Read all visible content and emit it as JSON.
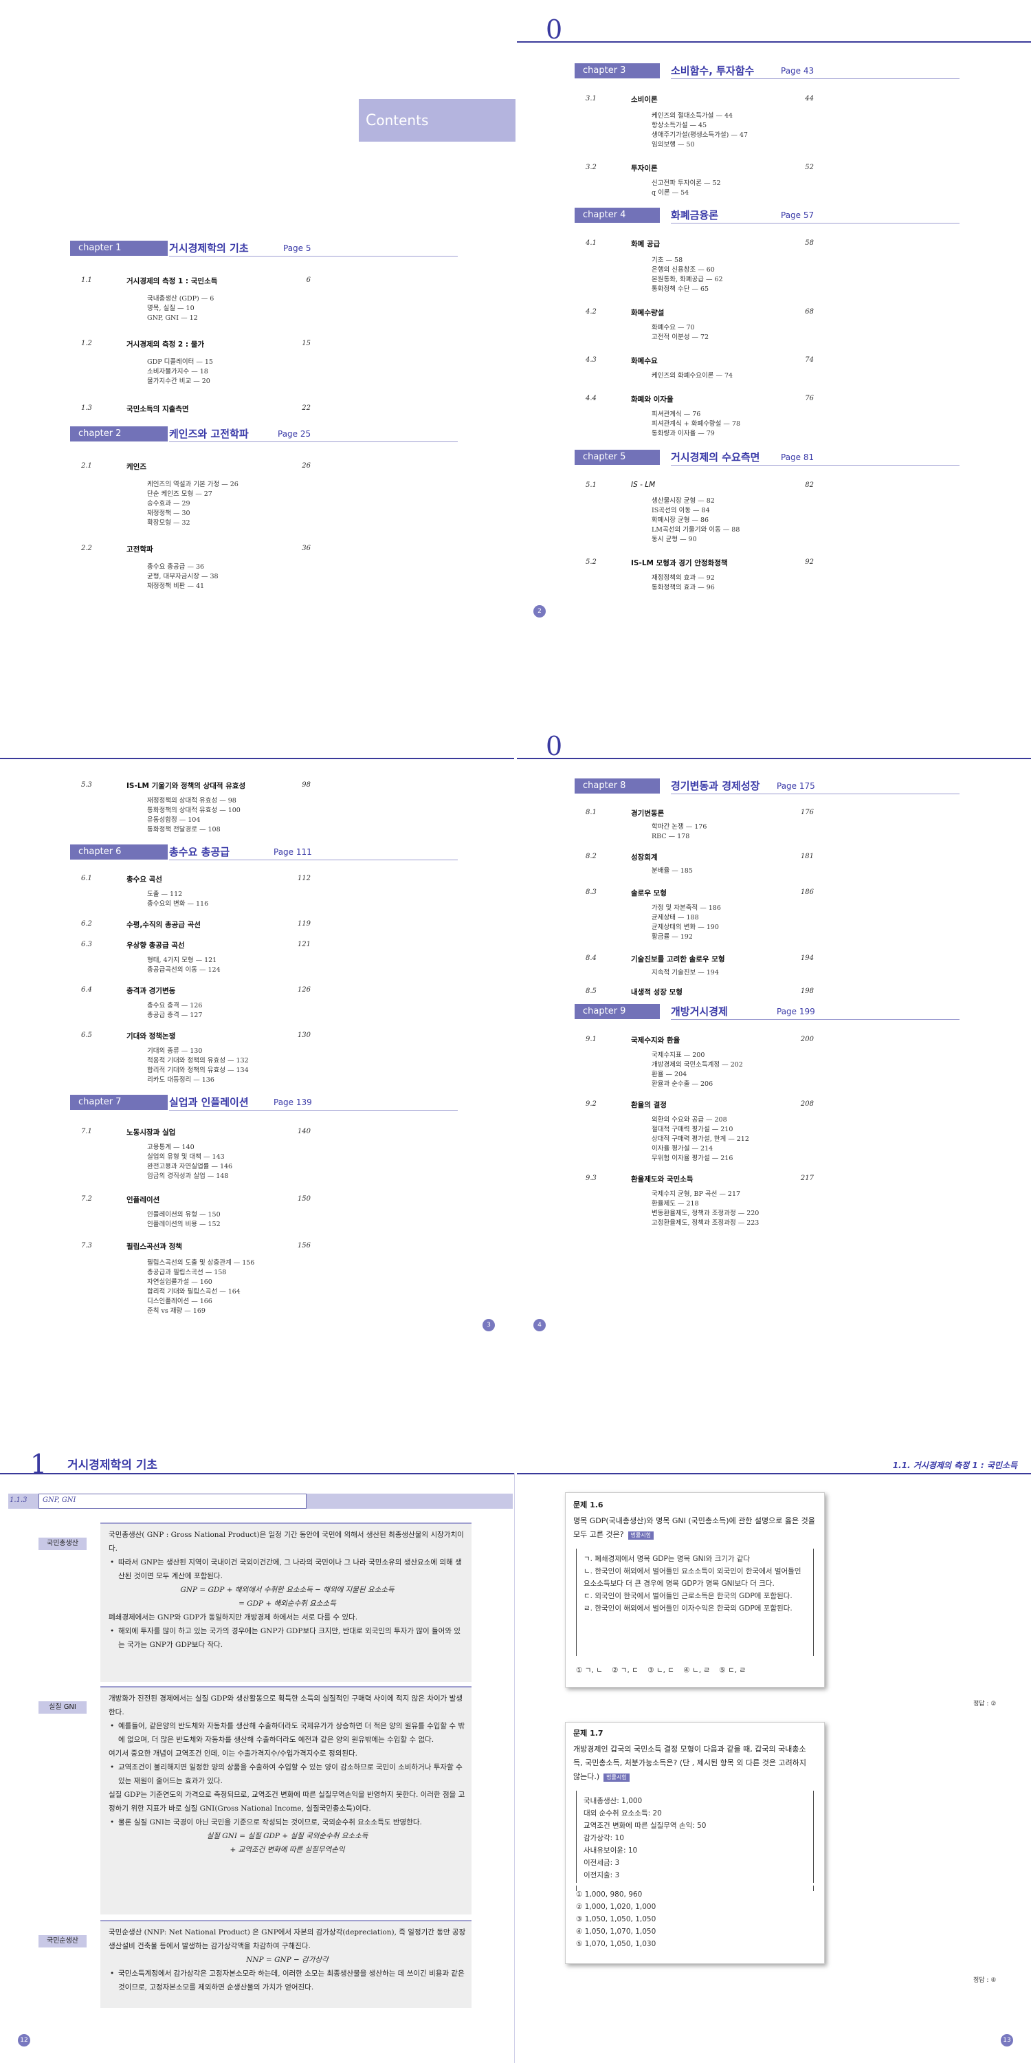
{
  "pages": {
    "p1": {
      "contents_initial": "C",
      "contents_rest": "ontents",
      "chapters": [
        {
          "label": "chapter 1",
          "title": "거시경제학의 기초",
          "page": "Page 5",
          "sections": [
            {
              "num": "1.1",
              "title": "거시경제의 측정 1 : 국민소득",
              "page": "6",
              "subs": [
                "국내총생산 (GDP) — 6",
                "명목, 실질 — 10",
                "GNP, GNI — 12"
              ]
            },
            {
              "num": "1.2",
              "title": "거시경제의 측정 2 : 물가",
              "page": "15",
              "subs": [
                "GDP 디플레이터 — 15",
                "소비자물가지수 — 18",
                "물가지수간 비교 — 20"
              ]
            },
            {
              "num": "1.3",
              "title": "국민소득의 지출측면",
              "page": "22",
              "subs": []
            }
          ]
        },
        {
          "label": "chapter 2",
          "title": "케인즈와 고전학파",
          "page": "Page 25",
          "sections": [
            {
              "num": "2.1",
              "title": "케인즈",
              "page": "26",
              "subs": [
                "케인즈의 역설과 기본 가정 — 26",
                "단순 케인즈 모형 — 27",
                "승수효과 — 29",
                "재정정책 — 30",
                "확장모형 — 32"
              ]
            },
            {
              "num": "2.2",
              "title": "고전학파",
              "page": "36",
              "subs": [
                "총수요 총공급 — 36",
                "균형, 대부자금시장 — 38",
                "재정정책 비판 — 41"
              ]
            }
          ]
        }
      ]
    },
    "p2": {
      "bignum": "0",
      "chapters": [
        {
          "label": "chapter 3",
          "title": "소비함수, 투자함수",
          "page": "Page 43",
          "sections": [
            {
              "num": "3.1",
              "title": "소비이론",
              "page": "44",
              "subs": [
                "케인즈의 절대소득가설 — 44",
                "항상소득가설 — 45",
                "생애주기가설(평생소득가설) — 47",
                "임의보행 — 50"
              ]
            },
            {
              "num": "3.2",
              "title": "투자이론",
              "page": "52",
              "subs": [
                "신고전파 투자이론 — 52",
                "q 이론 — 54"
              ]
            }
          ]
        },
        {
          "label": "chapter 4",
          "title": "화폐금융론",
          "page": "Page 57",
          "sections": [
            {
              "num": "4.1",
              "title": "화폐 공급",
              "page": "58",
              "subs": [
                "기초 — 58",
                "은행의 신용창조 — 60",
                "본원통화, 화폐공급 — 62",
                "통화정책 수단 — 65"
              ]
            },
            {
              "num": "4.2",
              "title": "화폐수량설",
              "page": "68",
              "subs": [
                "화폐수요 — 70",
                "고전적 이분성 — 72"
              ]
            },
            {
              "num": "4.3",
              "title": "화폐수요",
              "page": "74",
              "subs": [
                "케인즈의 화폐수요이론 — 74"
              ]
            },
            {
              "num": "4.4",
              "title": "화폐와 이자율",
              "page": "76",
              "subs": [
                "피셔관계식 — 76",
                "피셔관계식 + 화폐수량설 — 78",
                "통화량과 이자율 — 79"
              ]
            }
          ]
        },
        {
          "label": "chapter 5",
          "title": "거시경제의 수요측면",
          "page": "Page 81",
          "sections": [
            {
              "num": "5.1",
              "title": "IS - LM",
              "page": "82",
              "subs": [
                "생산물시장 균형 — 82",
                "IS곡선의 이동 — 84",
                "화폐시장 균형 — 86",
                "LM곡선의 기울기와 이동 — 88",
                "동시 균형 — 90"
              ]
            },
            {
              "num": "5.2",
              "title": "IS-LM 모형과 경기 안정화정책",
              "page": "92",
              "subs": [
                "재정정책의 효과 — 92",
                "통화정책의 효과 — 96"
              ]
            }
          ]
        }
      ],
      "folio": "2"
    },
    "p3": {
      "lead_sections": [
        {
          "num": "5.3",
          "title": "IS-LM 기울기와 정책의 상대적 유효성",
          "page": "98",
          "subs": [
            "재정정책의 상대적 유효성 — 98",
            "통화정책의 상대적 유효성 — 100",
            "유동성함정 — 104",
            "통화정책 전달경로 — 108"
          ]
        }
      ],
      "chapters": [
        {
          "label": "chapter 6",
          "title": "총수요 총공급",
          "page": "Page 111",
          "sections": [
            {
              "num": "6.1",
              "title": "총수요 곡선",
              "page": "112",
              "subs": [
                "도출 — 112",
                "총수요의 변화 — 116"
              ]
            },
            {
              "num": "6.2",
              "title": "수평,수직의 총공급 곡선",
              "page": "119",
              "subs": []
            },
            {
              "num": "6.3",
              "title": "우상향 총공급 곡선",
              "page": "121",
              "subs": [
                "형태, 4가지 모형 — 121",
                "총공급곡선의 이동 — 124"
              ]
            },
            {
              "num": "6.4",
              "title": "충격과 경기변동",
              "page": "126",
              "subs": [
                "총수요 충격 — 126",
                "총공급 충격 — 127"
              ]
            },
            {
              "num": "6.5",
              "title": "기대와 정책논쟁",
              "page": "130",
              "subs": [
                "기대의 종류 — 130",
                "적응적 기대와 정책의 유효성 — 132",
                "합리적 기대와 정책의 유효성 — 134",
                "리카도 대등정리 — 136"
              ]
            }
          ]
        },
        {
          "label": "chapter 7",
          "title": "실업과 인플레이션",
          "page": "Page 139",
          "sections": [
            {
              "num": "7.1",
              "title": "노동시장과 실업",
              "page": "140",
              "subs": [
                "고용통계 — 140",
                "실업의 유형 및 대책 — 143",
                "완전고용과 자연실업률 — 146",
                "임금의 경직성과 실업 — 148"
              ]
            },
            {
              "num": "7.2",
              "title": "인플레이션",
              "page": "150",
              "subs": [
                "인플레이션의 유형 — 150",
                "인플레이션의 비용 — 152"
              ]
            },
            {
              "num": "7.3",
              "title": "필립스곡선과 정책",
              "page": "156",
              "subs": [
                "필립스곡선의 도출 및 상충관계 — 156",
                "총공급과 필립스곡선 — 158",
                "자연실업률가설 — 160",
                "합리적 기대와 필립스곡선 — 164",
                "디스인플레이션 — 166",
                "준칙 vs 재량 — 169"
              ]
            }
          ]
        }
      ],
      "folio": "3"
    },
    "p4": {
      "bignum": "0",
      "chapters": [
        {
          "label": "chapter 8",
          "title": "경기변동과 경제성장",
          "page": "Page 175",
          "sections": [
            {
              "num": "8.1",
              "title": "경기변동론",
              "page": "176",
              "subs": [
                "학파간 논쟁 — 176",
                "RBC — 178"
              ]
            },
            {
              "num": "8.2",
              "title": "성장회계",
              "page": "181",
              "subs": [
                "분배율 — 185"
              ]
            },
            {
              "num": "8.3",
              "title": "솔로우 모형",
              "page": "186",
              "subs": [
                "가정 및 자본축적 — 186",
                "균제상태 — 188",
                "균제상태의 변화 — 190",
                "황금률 — 192"
              ]
            },
            {
              "num": "8.4",
              "title": "기술진보를 고려한 솔로우 모형",
              "page": "194",
              "subs": [
                "지속적 기술진보 — 194"
              ]
            },
            {
              "num": "8.5",
              "title": "내생적 성장 모형",
              "page": "198",
              "subs": []
            }
          ]
        },
        {
          "label": "chapter 9",
          "title": "개방거시경제",
          "page": "Page 199",
          "sections": [
            {
              "num": "9.1",
              "title": "국제수지와 환율",
              "page": "200",
              "subs": [
                "국제수지표 — 200",
                "개방경제의 국민소득계정 — 202",
                "환율 — 204",
                "환율과 순수출 — 206"
              ]
            },
            {
              "num": "9.2",
              "title": "환율의 결정",
              "page": "208",
              "subs": [
                "외환의 수요와 공급 — 208",
                "절대적 구매력 평가설 — 210",
                "상대적 구매력 평가설, 한계 — 212",
                "이자율 평가설 — 214",
                "무위험 이자율 평가설 — 216"
              ]
            },
            {
              "num": "9.3",
              "title": "환율제도와 국민소득",
              "page": "217",
              "subs": [
                "국제수지 균형, BP 곡선 — 217",
                "환율제도 — 218",
                "변동환율제도, 정책과 조정과정 — 220",
                "고정환율제도, 정책과 조정과정 — 223"
              ]
            }
          ]
        }
      ],
      "folio": "4"
    },
    "p5": {
      "chapter_num": "1",
      "chapter_title": "거시경제학의 기초",
      "section_num": "1.1.3",
      "section_title": "GNP, GNI",
      "blocks": [
        {
          "tag": "국민총생산",
          "paras": [
            "국민총생산( GNP : Gross National Product)은 일정 기간 동안에 국민에 의해서 생산된 최종생산물의 시장가치이다."
          ],
          "bullets": [
            "따라서 GNP는 생산된 지역이 국내이건 국외이건간에, 그 나라의 국민이나 그 나라 국민소유의 생산요소에 의해 생산된 것이면 모두 계산에 포함된다."
          ],
          "formula": [
            "GNP    =    GDP + 해외에서 수취한 요소소득 − 해외에 지불된 요소소득",
            "=    GDP + 해외순수취 요소소득"
          ],
          "paras2": [
            "폐쇄경제에서는 GNP와 GDP가 동일하지만 개방경제 하에서는 서로 다를 수 있다."
          ],
          "bullets2": [
            "해외에 투자를 많이 하고 있는 국가의 경우에는 GNP가 GDP보다 크지만, 반대로 외국인의 투자가 많이 들어와 있는 국가는 GNP가 GDP보다 작다."
          ]
        },
        {
          "tag": "실질 GNI",
          "paras": [
            "개방화가 진전된 경제에서는 실질 GDP와 생산활동으로 획득한 소득의 실질적인 구매력 사이에 적지 않은 차이가 발생한다."
          ],
          "bullets": [
            "예를들어, 같은양의 반도체와 자동차를 생산해 수출하더라도 국제유가가 상승하면 더 적은 양의 원유를 수입할 수 밖에 없으며, 더 많은 반도체와 자동차를 생산해 수출하더라도 예전과 같은 양의 원유밖에는 수입할 수 없다."
          ],
          "paras2": [
            "여기서 중요한 개념이 교역조건 인데, 이는 수출가격지수/수입가격지수로 정의된다."
          ],
          "bullets2": [
            "교역조건이 불리해지면 일정한 양의 상품을 수출하여 수입할 수 있는 양이 감소하므로 국민이 소비하거나 투자할 수 있는 재원이 줄어드는 효과가 있다."
          ],
          "paras3": [
            "실질 GDP는 기준연도의 가격으로 측정되므로, 교역조건 변화에 따른 실질무역손익을 반영하지 못한다. 이러한 점을 고정하기 위한 지표가 바로 실질 GNI(Gross National Income, 실질국민총소득)이다."
          ],
          "bullets3": [
            "물론 실질 GNI는 국경이 아닌 국민을 기준으로 작성되는 것이므로, 국외순수취 요소소득도 반영한다."
          ],
          "formula2": [
            "실질 GNI    =    실질 GDP    + 실질 국외순수취 요소소득",
            "+ 교역조건 변화에 따른 실질무역손익"
          ]
        },
        {
          "tag": "국민순생산",
          "paras": [
            "국민순생산 (NNP: Net National Product) 은 GNP에서 자본의 감가상각(depreciation), 즉 일정기간 동안 공장 생산설비 건축물 등에서 발생하는 감가상각액을 차감하여 구해진다."
          ],
          "formula": [
            "NNP = GNP − 감가상각"
          ],
          "bullets": [
            "국민소득계정에서 감가상각은 고정자본소모라 하는데, 이러한 소모는 최종생산물을 생산하는 데 쓰이긴 비용과 같은 것이므로, 고정자본소모를 제외하면 순생산물의 가치가 얻어진다."
          ]
        }
      ],
      "folio": "12"
    },
    "p6": {
      "running_head": "1.1.  거시경제의 측정 1 : 국민소득",
      "problems": [
        {
          "title": "문제 1.6",
          "question": "명목 GDP(국내총생산)와 명목 GNI (국민총소득)에 관한 설명으로 옳은 것을 모두 고른 것은?",
          "tag": "법률시험",
          "items": [
            "ㄱ. 폐쇄경제에서 명목 GDP는 명목 GNI와 크기가 같다",
            "ㄴ. 한국인이 해외에서 벌어들인 요소소득이 외국인이 한국에서 벌어들인 요소소득보다 더 큰 경우에 명목 GDP가 명목 GNI보다 더 크다.",
            "ㄷ. 외국인이 한국에서 벌어들인 근로소득은 한국의 GDP에 포함된다.",
            "ㄹ. 한국인이 해외에서 벌어들인 이자수익은 한국의 GDP에 포함된다."
          ],
          "choices": "① ㄱ, ㄴ    ② ㄱ, ㄷ    ③ ㄴ, ㄷ    ④ ㄴ, ㄹ    ⑤ ㄷ, ㄹ",
          "answer": "정답 : ②"
        },
        {
          "title": "문제 1.7",
          "question": "개방경제인 갑국의 국민소득 결정 모형이 다음과 같을 때, 갑국의 국내총소득, 국민총소득, 처분가능소득은? (단 , 제시된 항목 외 다른 것은 고려하지 않는다.)",
          "tag": "법률시험",
          "items": [
            "국내총생산: 1,000",
            "대외 순수취 요소소득: 20",
            "교역조건 변화에 따른 실질무역 손익: 50",
            "감가상각: 10",
            "사내유보이윤: 10",
            "이전세금: 3",
            "이전지출: 3"
          ],
          "choices_list": [
            "① 1,000, 980, 960",
            "② 1,000, 1,020, 1,000",
            "③ 1,050, 1,050, 1,050",
            "④ 1,050, 1,070, 1,050",
            "⑤ 1,070, 1,050, 1,030"
          ],
          "answer": "정답 : ④"
        }
      ],
      "folio": "13"
    }
  }
}
